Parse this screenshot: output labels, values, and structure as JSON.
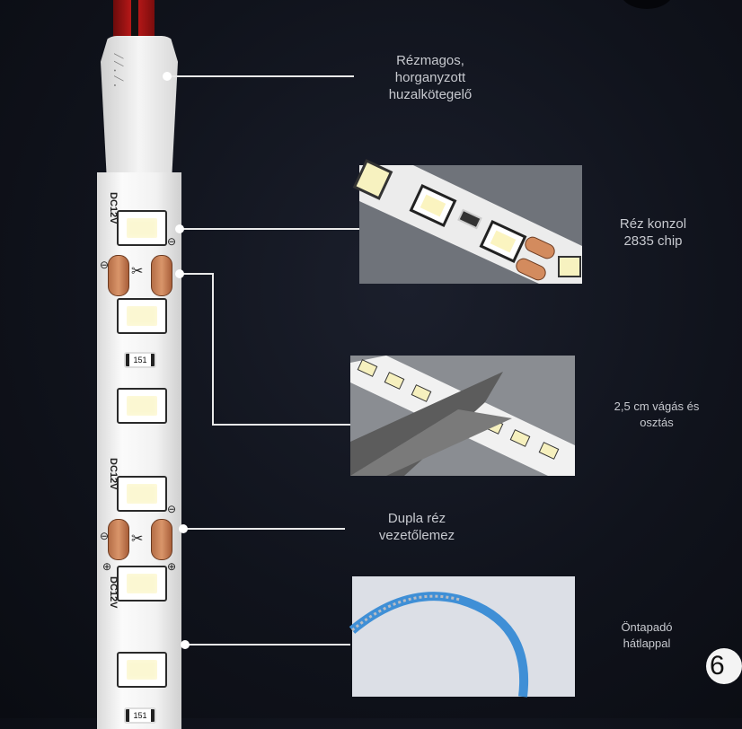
{
  "strip": {
    "sleeve_text": "/ / . / .",
    "voltage_label": "DC12V",
    "resistor_code": "151",
    "plus_symbol": "⊕",
    "minus_symbol": "⊖"
  },
  "callouts": [
    {
      "text": "Rézmagos,\nhorganyzott\nhuzalkötegelő"
    },
    {
      "text": "Réz konzol\n2835 chip"
    },
    {
      "text": "2,5 cm vágás és\nosztás"
    },
    {
      "text": "Dupla réz\nvezetőlemez"
    },
    {
      "text": "Öntapadó\nhátlappal"
    }
  ],
  "page_number": "6",
  "colors": {
    "background": "#10131c",
    "callout_text": "#c7c9cf",
    "copper": "#d9956a",
    "led": "#fbf7d2",
    "tape_blue": "#3f8fd6"
  }
}
